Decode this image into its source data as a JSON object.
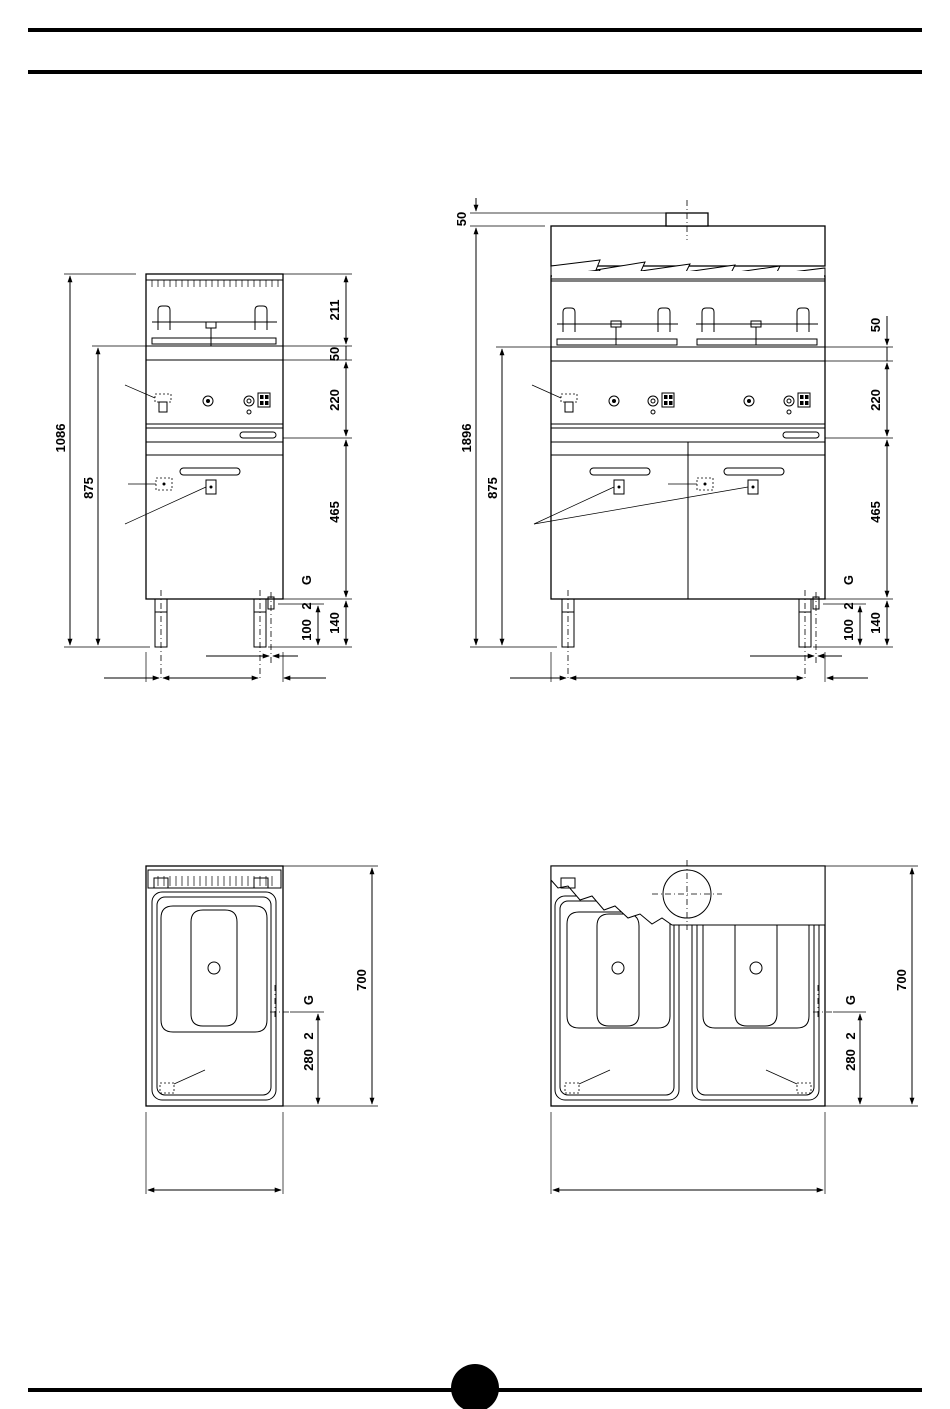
{
  "page_marker": {
    "color": "#000000"
  },
  "front_single": {
    "heights": {
      "overall": "1086",
      "work_top": "875"
    },
    "right_dims": {
      "top_zone": "211",
      "rim": "50",
      "panel": "220",
      "door": "465",
      "base": "140",
      "leg": "100",
      "gas_label": "G",
      "gas_sub": "2"
    }
  },
  "front_double": {
    "heights": {
      "overall": "1896",
      "work_top": "875",
      "flue": "50"
    },
    "right_dims": {
      "rim": "50",
      "panel": "220",
      "door": "465",
      "base": "140",
      "leg": "100",
      "gas_label": "G",
      "gas_sub": "2"
    }
  },
  "top_single": {
    "depth": "700",
    "gas_offset": "280",
    "gas_label": "G",
    "gas_sub": "2"
  },
  "top_double": {
    "depth": "700",
    "gas_offset": "280",
    "gas_label": "G",
    "gas_sub": "2"
  }
}
